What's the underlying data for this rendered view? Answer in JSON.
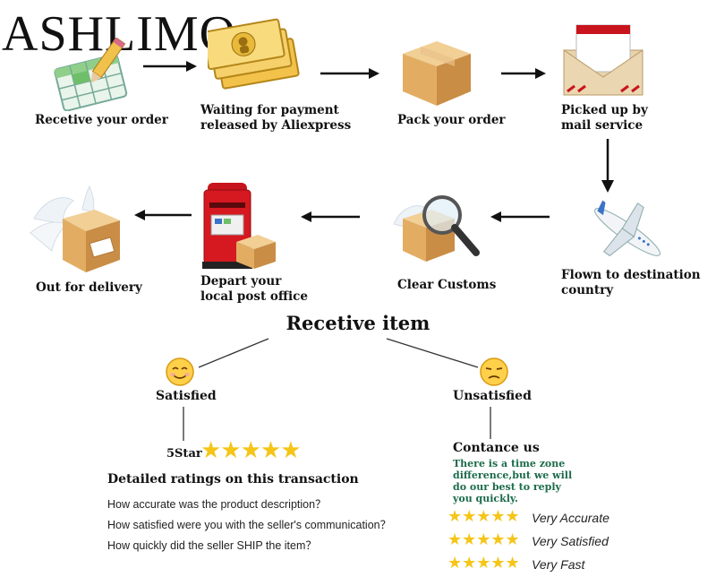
{
  "brand": "ASHLIMO",
  "steps_row1": [
    {
      "id": "receive-order",
      "label": "Recetive your order",
      "icon": "spreadsheet-icon"
    },
    {
      "id": "waiting-payment",
      "label": "Waiting for payment\nreleased by Aliexpress",
      "icon": "money-icon"
    },
    {
      "id": "pack-order",
      "label": "Pack your order",
      "icon": "box-icon"
    },
    {
      "id": "picked-up",
      "label": "Picked up by\nmail service",
      "icon": "envelope-icon"
    }
  ],
  "steps_row2": [
    {
      "id": "out-for-delivery",
      "label": "Out for delivery",
      "icon": "winged-box-icon"
    },
    {
      "id": "depart-post-office",
      "label": "Depart your\nlocal post office",
      "icon": "postbox-icon"
    },
    {
      "id": "clear-customs",
      "label": "Clear Customs",
      "icon": "magnifier-box-icon"
    },
    {
      "id": "flown",
      "label": "Flown to destination\ncountry",
      "icon": "airplane-icon"
    }
  ],
  "receive": {
    "title": "Recetive item",
    "satisfied": "Satisfied",
    "unsatisfied": "Unsatisfied",
    "five_star": "5Star",
    "stars": "★★★★★",
    "ratings_title": "Detailed ratings on this transaction",
    "questions": [
      "How accurate was the product description？",
      "How satisfied were you with the seller's communication？",
      "How quickly did the seller SHIP the item？"
    ],
    "contact_title": "Contance us",
    "contact_note": "There is a time zone\ndifference,but we will\ndo  our best to reply\nyou quickly.",
    "ratings": [
      "Very Accurate",
      "Very Satisfied",
      "Very Fast"
    ]
  },
  "colors": {
    "star": "#f5c518",
    "green": "#1c6b4a",
    "postbox": "#c8141c",
    "box": "#d9a35f"
  }
}
